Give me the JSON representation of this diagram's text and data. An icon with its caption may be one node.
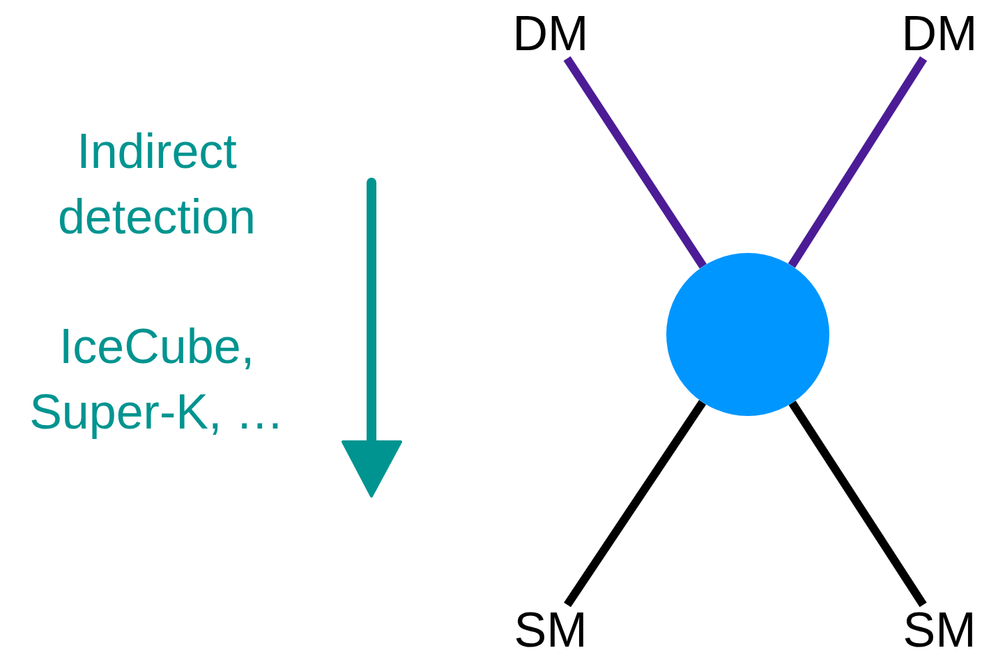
{
  "diagram": {
    "nodes": [
      {
        "text": [
          "DM"
        ]
      },
      {
        "text": [
          "DM"
        ]
      },
      {
        "text": [],
        "shape": "circle"
      },
      {
        "text": [
          "SM"
        ]
      },
      {
        "text": [
          "SM"
        ]
      }
    ],
    "edges": [
      {
        "from": 0,
        "to": 2,
        "arrow": "none",
        "color": "#4b1c96"
      },
      {
        "from": 1,
        "to": 2,
        "arrow": "none",
        "color": "#4b1c96"
      },
      {
        "from": 2,
        "to": 3,
        "arrow": "none",
        "color": "#000000"
      },
      {
        "from": 2,
        "to": 4,
        "arrow": "none",
        "color": "#000000"
      }
    ],
    "labels": [
      "Indirect detection",
      "IceCube, Super-K, …"
    ]
  }
}
